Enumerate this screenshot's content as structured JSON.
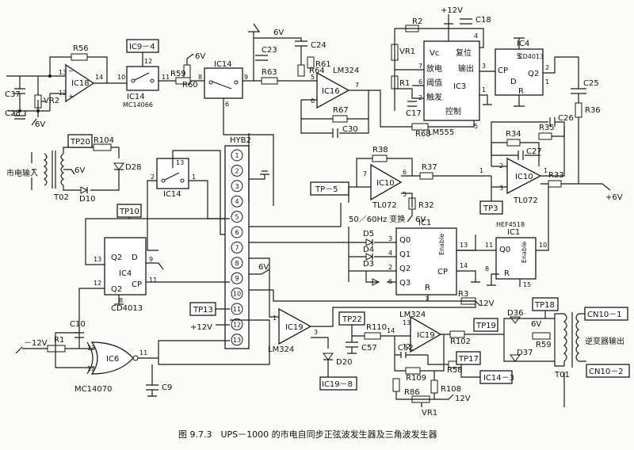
{
  "caption": "图 9.7.3　UPS－1000 的市电自同步正弦波发生器及三角波发生器",
  "chips": {
    "ic18": "IC18",
    "ic14a": "IC14",
    "ic14a_part": "MC14066",
    "ic14b": "IC14",
    "ic14c": "IC14",
    "lm324_top": "LM324",
    "ic16": "IC16",
    "ic3": "IC3",
    "ic3_part": "LM555",
    "ic3_vc": "Vc",
    "ic3_reset": "复位",
    "ic3_discharge": "放电",
    "ic3_out": "输出",
    "ic3_threshold": "阈值",
    "ic3_trigger": "触发",
    "ic3_control": "控制",
    "ic4_top": "IC4",
    "ic4_top_part": "CD4013",
    "ic10a": "IC10",
    "ic10a_part": "TL072",
    "ic10b": "IC10",
    "ic10b_part": "TL072",
    "ic1_mid": "IC1",
    "ic1_enable": "Enable",
    "ic1_right": "IC1",
    "ic1_right_part": "HEF4518",
    "ic4_left": "IC4",
    "ic4_left_part": "CD4013",
    "ic19a": "IC19",
    "ic19a_part": "LM324",
    "ic19b": "IC19",
    "ic19b_part": "LM324",
    "ic6": "IC6",
    "ic6_part": "MC14070",
    "hyb": "HYB2"
  },
  "components": {
    "r56": "R56",
    "c37": "C37",
    "vr2": "VR2",
    "c28": "C28",
    "r59": "R59",
    "r60": "R60",
    "r63": "R63",
    "c23": "C23",
    "c24": "C24",
    "r64": "R64",
    "r61": "R61",
    "r67": "R67",
    "c30": "C30",
    "r2": "R2",
    "vr1": "VR1",
    "r1": "R1",
    "c17": "C17",
    "c18": "C18",
    "r68": "R68",
    "r104": "R104",
    "d28": "D28",
    "d10": "D10",
    "t02": "T02",
    "r38": "R38",
    "r37": "R37",
    "r32": "R32",
    "r34": "R34",
    "r35": "R35",
    "c27": "C27",
    "c26": "C26",
    "r33": "R33",
    "c25": "C25",
    "r36": "R36",
    "d5": "D5",
    "d4": "D4",
    "d3": "D3",
    "r3": "R3",
    "c10": "C10",
    "r1b": "R1",
    "c9": "C9",
    "c57": "C57",
    "d20": "D20",
    "r110": "R110",
    "c52": "C52",
    "r109": "R109",
    "r102": "R102",
    "r58": "R58",
    "r108": "R108",
    "r86": "R86",
    "vr1b": "VR1",
    "d36": "D36",
    "d37": "D37",
    "r59b": "R59",
    "t01": "T01"
  },
  "test_points": {
    "ic9_4": "IC9－4",
    "tp20": "TP20",
    "tp10": "TP10",
    "tp5": "TP－5",
    "tp3": "TP3",
    "tp13": "TP13",
    "tp22": "TP22",
    "tp19": "TP19",
    "tp17": "TP17",
    "tp18": "TP18",
    "ic19_8": "IC19－8",
    "ic14_3": "IC14－3",
    "cn10_1": "CN10－1",
    "cn10_2": "CN10－2"
  },
  "labels": {
    "mains_in": "市电输入",
    "freq_switch": "50／60Hz 变换",
    "inverter_out": "逆变器输出",
    "v6": "6V",
    "v6p": "+6V",
    "v12": "12V",
    "v12p": "+12V",
    "vm12": "－12V"
  },
  "hyb_pins": [
    "1",
    "2",
    "3",
    "4",
    "5",
    "6",
    "7",
    "8",
    "9",
    "10",
    "11",
    "12",
    "13"
  ],
  "pins": {
    "ic1_q0": "Q0",
    "ic1_q1": "Q1",
    "ic1_q2": "Q2",
    "ic1_q3": "Q3",
    "ic1_r": "R",
    "ic1_cp": "CP",
    "ic1r_q0": "Q0",
    "ic1r_r": "R",
    "ic4_q2": "Q2",
    "ic4_d": "D",
    "ic4_cp": "CP",
    "ic4_q2b": "Q2",
    "ic4t_s": "S",
    "ic4t_cp": "CP",
    "ic4t_d": "D",
    "ic4t_q2b": "Q2",
    "ic4t_r": "R"
  }
}
